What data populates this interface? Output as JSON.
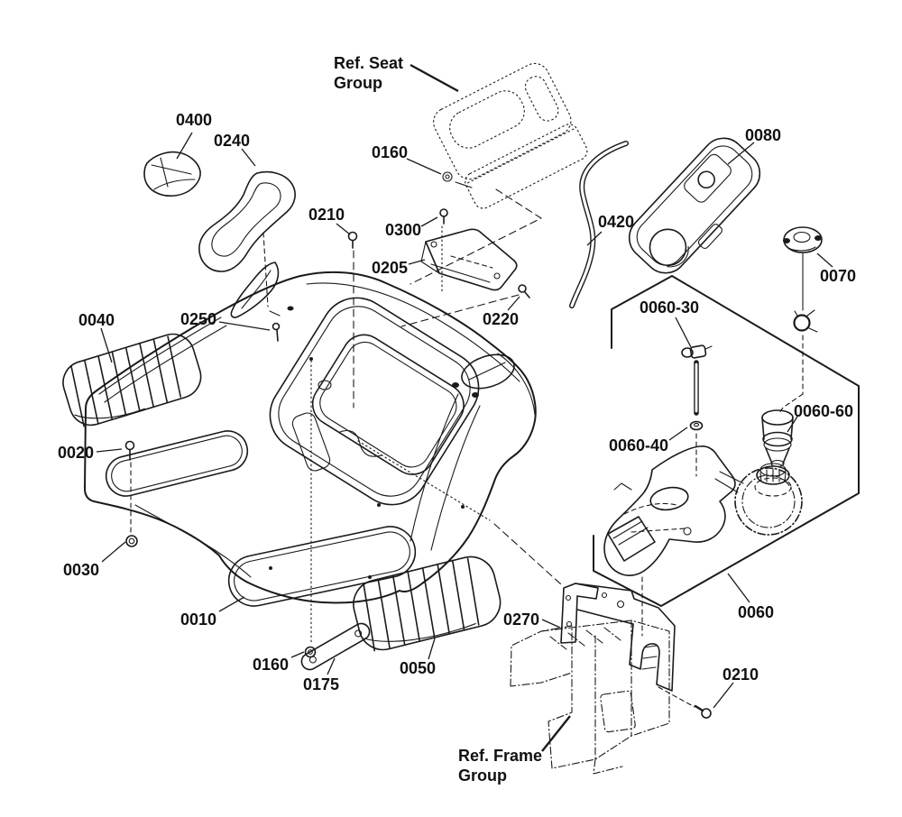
{
  "part_labels": {
    "l0400": "0400",
    "l0240": "0240",
    "l0210_top": "0210",
    "l0160_seat": "0160",
    "l0300": "0300",
    "l0205": "0205",
    "l0220": "0220",
    "l0420": "0420",
    "l0080": "0080",
    "l0070": "0070",
    "l0060_30": "0060-30",
    "l0060_60": "0060-60",
    "l0060_40": "0060-40",
    "l0060": "0060",
    "l0040": "0040",
    "l0250": "0250",
    "l0020": "0020",
    "l0030": "0030",
    "l0010": "0010",
    "l0160_bottom": "0160",
    "l0175": "0175",
    "l0050": "0050",
    "l0270": "0270",
    "l0210_bottom": "0210"
  },
  "ref_labels": {
    "seat_line1": "Ref. Seat",
    "seat_line2": "Group",
    "frame_line1": "Ref. Frame",
    "frame_line2": "Group"
  },
  "colors": {
    "line": "#1a1a1a",
    "background": "#ffffff"
  }
}
